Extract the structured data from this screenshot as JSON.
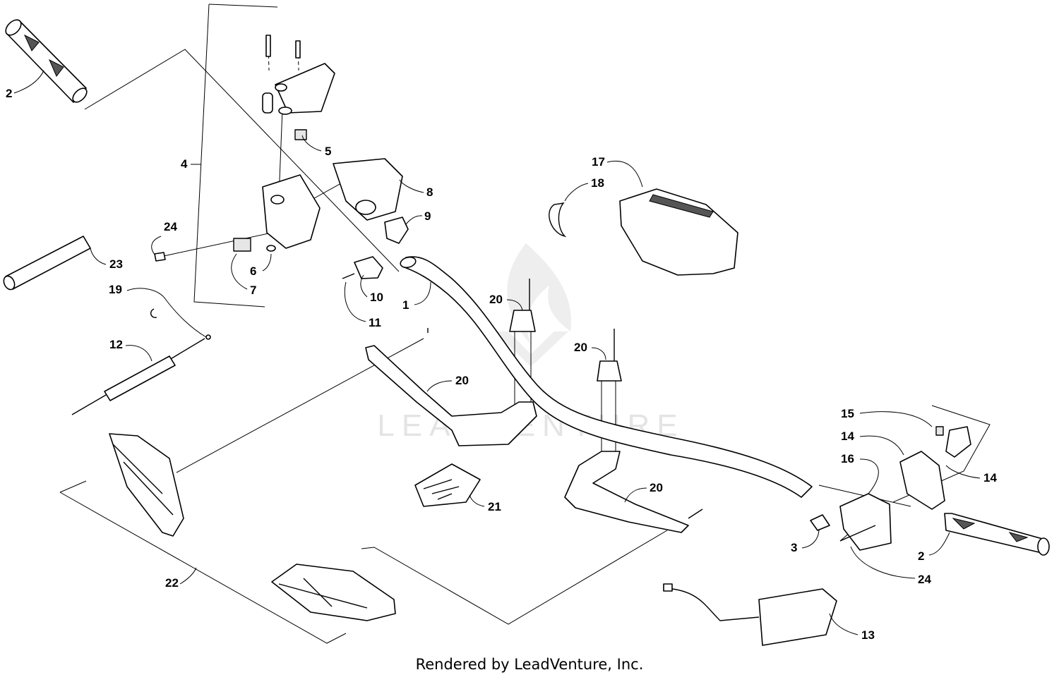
{
  "watermark": "LEADVENTURE",
  "credit": "Rendered by LeadVenture, Inc.",
  "callouts": [
    "2",
    "5",
    "4",
    "8",
    "24",
    "9",
    "23",
    "6",
    "7",
    "10",
    "1",
    "11",
    "19",
    "12",
    "17",
    "18",
    "20",
    "20",
    "20",
    "20",
    "15",
    "14",
    "14",
    "16",
    "21",
    "3",
    "2",
    "24",
    "22",
    "13"
  ]
}
